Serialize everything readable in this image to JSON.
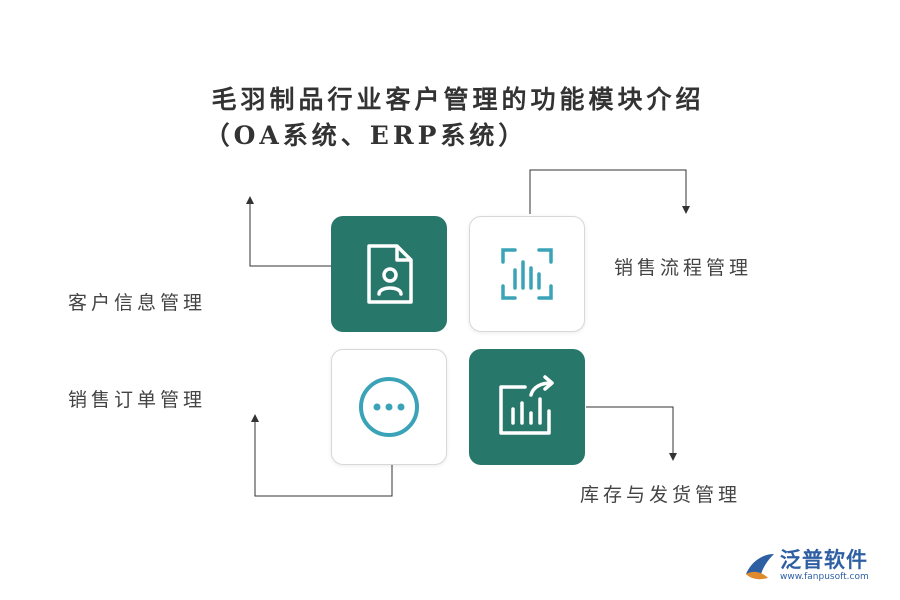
{
  "title": {
    "line1": "毛羽制品行业客户管理的功能模块介绍",
    "line2": "（OA系统、ERP系统）"
  },
  "modules": [
    {
      "label": "客户信息管理",
      "icon": "contact-document-icon",
      "style": "dark"
    },
    {
      "label": "销售流程管理",
      "icon": "bar-chart-frame-icon",
      "style": "light"
    },
    {
      "label": "销售订单管理",
      "icon": "more-dots-icon",
      "style": "light"
    },
    {
      "label": "库存与发货管理",
      "icon": "growth-chart-icon",
      "style": "dark"
    }
  ],
  "colors": {
    "tile_dark": "#28776b",
    "icon_accent": "#3aa3b8",
    "connector": "#333333",
    "logo": "#2e5fa3",
    "logo_accent": "#e08a2e"
  },
  "logo": {
    "name": "泛普软件",
    "url": "www.fanpusoft.com"
  }
}
